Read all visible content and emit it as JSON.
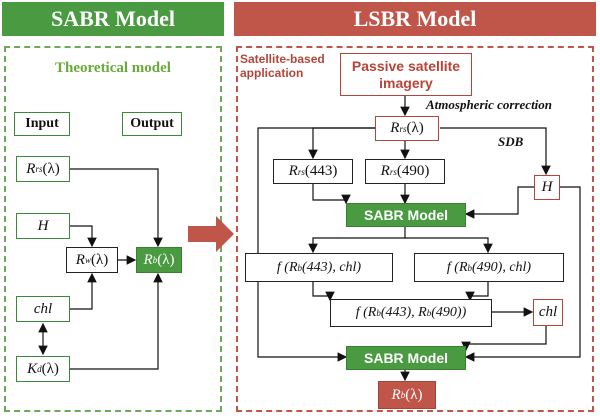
{
  "left": {
    "banner": "SABR Model",
    "panel_title": "Theoretical model",
    "input_label": "Input",
    "output_label": "Output",
    "rrs": {
      "base": "R",
      "sub": "rs",
      "arg": "(λ)"
    },
    "h": "H",
    "rw": {
      "base": "R",
      "sub": "w",
      "arg": "(λ)"
    },
    "rb": {
      "base": "R",
      "sub": "b",
      "arg": "(λ)"
    },
    "chl": "chl",
    "kd": {
      "base": "K",
      "sub": "d",
      "arg": "(λ)"
    }
  },
  "right": {
    "banner": "LSBR Model",
    "app_label_1": "Satellite-based",
    "app_label_2": "application",
    "imagery_1": "Passive satellite",
    "imagery_2": "imagery",
    "atmos": "Atmospheric correction",
    "rrs": {
      "base": "R",
      "sub": "rs",
      "arg": "(λ)"
    },
    "sdb": "SDB",
    "rrs443": {
      "base": "R",
      "sub": "rs",
      "arg": "(443)"
    },
    "rrs490": {
      "base": "R",
      "sub": "rs",
      "arg": "(490)"
    },
    "h": "H",
    "sabr1": "SABR Model",
    "f443": {
      "pre": "f (R",
      "sub": "b",
      "post": "(443), chl)"
    },
    "f490": {
      "pre": "f (R",
      "sub": "b",
      "post": "(490), chl)"
    },
    "fboth": {
      "pre": "f (R",
      "sub1": "b",
      "mid": "(443), R",
      "sub2": "b",
      "post": "(490))"
    },
    "chl": "chl",
    "sabr2": "SABR Model",
    "rb": {
      "base": "R",
      "sub": "b",
      "arg": "(λ)"
    }
  },
  "colors": {
    "green": "#4a9a42",
    "red": "#c0564a",
    "arrow": "#c0564a"
  }
}
